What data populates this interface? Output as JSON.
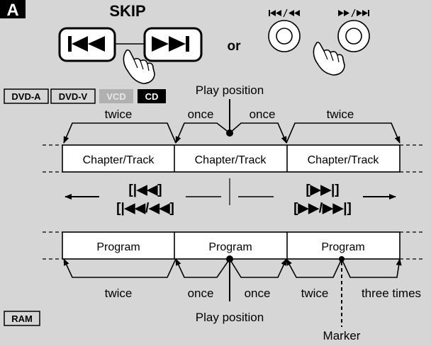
{
  "section_letter": "A",
  "skip_title": "SKIP",
  "or_text": "or",
  "remote_key_labels": {
    "left": "|◀◀/◀◀",
    "right": "▶▶/▶▶|"
  },
  "badges": {
    "dvd_a": "DVD-A",
    "dvd_v": "DVD-V",
    "vcd": "VCD",
    "cd": "CD",
    "ram": "RAM"
  },
  "top_diagram": {
    "play_position": "Play position",
    "segments": [
      "Chapter/Track",
      "Chapter/Track",
      "Chapter/Track"
    ],
    "jump_labels": {
      "left_far": "twice",
      "left_near": "once",
      "right_near": "once",
      "right_far": "twice"
    }
  },
  "middle": {
    "back_line1": "[|◀◀]",
    "back_line2": "[|◀◀/◀◀]",
    "fwd_line1": "[▶▶|]",
    "fwd_line2": "[▶▶/▶▶|]"
  },
  "bottom_diagram": {
    "segments": [
      "Program",
      "Program",
      "Program"
    ],
    "jump_labels": {
      "left_far": "twice",
      "left_near": "once",
      "right_near": "once",
      "twice_marker": "twice",
      "three_times": "three times"
    },
    "play_position": "Play position",
    "marker": "Marker"
  },
  "colors": {
    "background": "#d6d6d6",
    "vcd_badge": "#b0b0b0",
    "cd_badge": "#000000"
  }
}
